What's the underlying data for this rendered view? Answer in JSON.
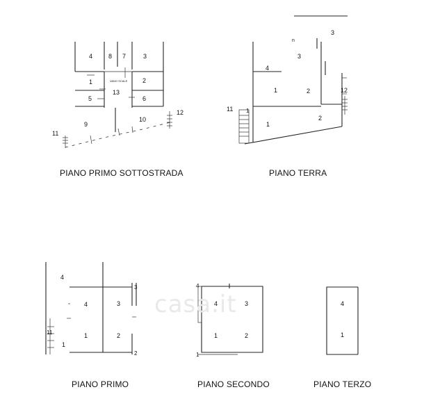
{
  "watermark": "casa.it",
  "plans": {
    "sottostrada": {
      "caption": "PIANO PRIMO SOTTOSTRADA",
      "rooms": [
        "4",
        "8",
        "7",
        "3",
        "1",
        "2",
        "13",
        "5",
        "6",
        "9",
        "10",
        "11",
        "12"
      ],
      "tiny_note": "VANO SCALE"
    },
    "terra": {
      "caption": "PIANO TERRA",
      "rooms": [
        "3",
        "n",
        "3",
        "4",
        "1",
        "2",
        "12",
        "11",
        "1",
        "1",
        "2"
      ]
    },
    "primo": {
      "caption": "PIANO PRIMO",
      "rooms": [
        "4",
        "3",
        "4",
        "3",
        "1",
        "2",
        "11",
        "1",
        "2"
      ]
    },
    "secondo": {
      "caption": "PIANO SECONDO",
      "rooms": [
        "4",
        "4",
        "3",
        "1",
        "2",
        "1"
      ]
    },
    "terzo": {
      "caption": "PIANO TERZO",
      "rooms": [
        "4",
        "1"
      ]
    }
  }
}
